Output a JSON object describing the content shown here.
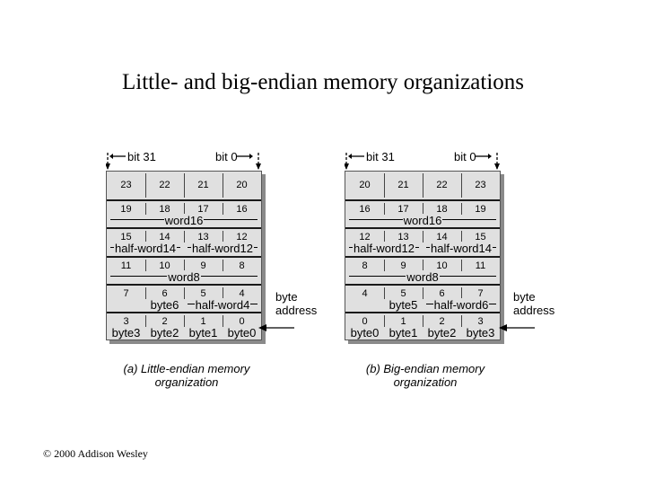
{
  "title": "Little- and big-endian memory organizations",
  "footer": "© 2000 Addison Wesley",
  "bit_high_label": "bit 31",
  "bit_low_label": "bit 0",
  "byte_address_label": [
    "byte",
    "address"
  ],
  "little": {
    "caption": [
      "(a) Little-endian memory",
      "organization"
    ],
    "rows": [
      {
        "nums": [
          "23",
          "22",
          "21",
          "20"
        ],
        "labels": []
      },
      {
        "nums": [
          "19",
          "18",
          "17",
          "16"
        ],
        "labels": [
          "word16"
        ]
      },
      {
        "nums": [
          "15",
          "14",
          "13",
          "12"
        ],
        "labels": [
          "half-word14",
          "half-word12"
        ]
      },
      {
        "nums": [
          "11",
          "10",
          "9",
          "8"
        ],
        "labels": [
          "word8"
        ]
      },
      {
        "nums": [
          "7",
          "6",
          "5",
          "4"
        ],
        "labels": [
          "byte6",
          "half-word4"
        ]
      },
      {
        "nums": [
          "3",
          "2",
          "1",
          "0"
        ],
        "labels": [
          "byte3",
          "byte2",
          "byte1",
          "byte0"
        ]
      }
    ]
  },
  "big": {
    "caption": [
      "(b) Big-endian memory",
      "organization"
    ],
    "rows": [
      {
        "nums": [
          "20",
          "21",
          "22",
          "23"
        ],
        "labels": []
      },
      {
        "nums": [
          "16",
          "17",
          "18",
          "19"
        ],
        "labels": [
          "word16"
        ]
      },
      {
        "nums": [
          "12",
          "13",
          "14",
          "15"
        ],
        "labels": [
          "half-word12",
          "half-word14"
        ]
      },
      {
        "nums": [
          "8",
          "9",
          "10",
          "11"
        ],
        "labels": [
          "word8"
        ]
      },
      {
        "nums": [
          "4",
          "5",
          "6",
          "7"
        ],
        "labels": [
          "byte5",
          "half-word6"
        ]
      },
      {
        "nums": [
          "0",
          "1",
          "2",
          "3"
        ],
        "labels": [
          "byte0",
          "byte1",
          "byte2",
          "byte3"
        ]
      }
    ]
  }
}
